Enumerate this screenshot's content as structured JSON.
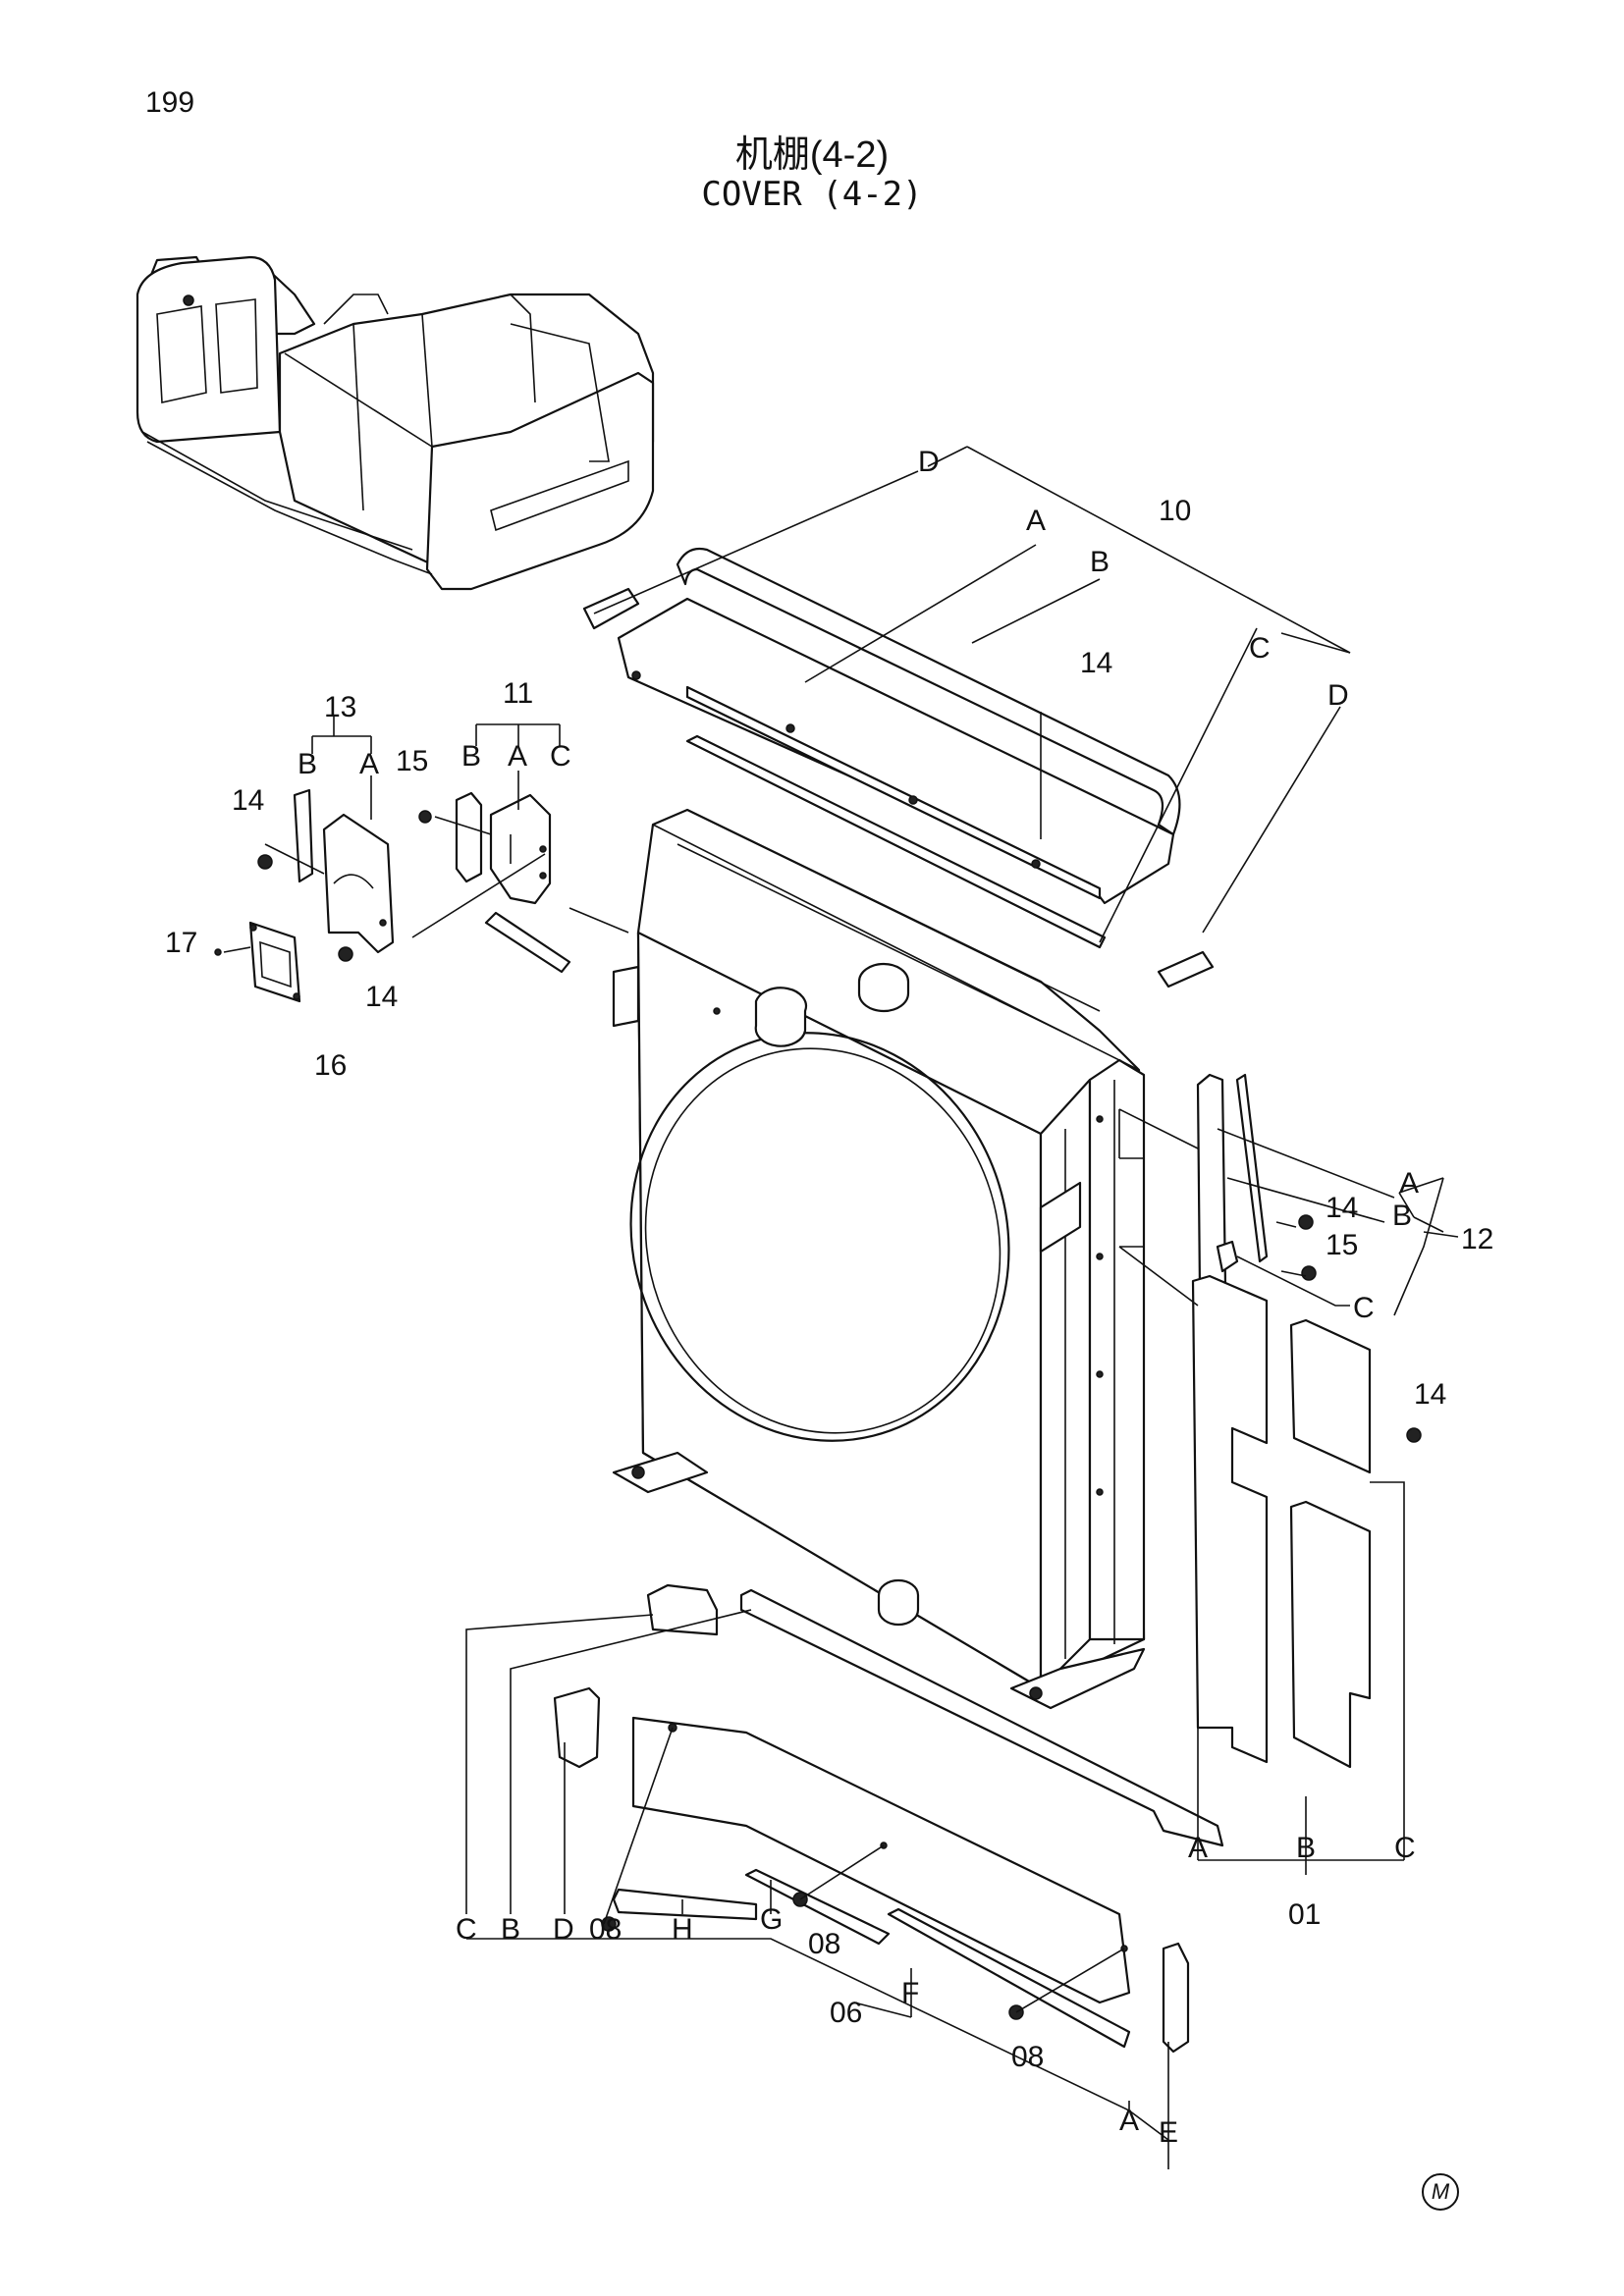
{
  "page": {
    "number": "199",
    "title_cn": "机棚(4-2)",
    "title_en": "COVER (4-2)",
    "mark": "M"
  },
  "callouts": {
    "c10": "10",
    "c10_A": "A",
    "c10_B": "B",
    "c10_C": "C",
    "c10_D1": "D",
    "c10_D2": "D",
    "c11": "11",
    "c11_A": "A",
    "c11_B": "B",
    "c11_C": "C",
    "c12": "12",
    "c12_A": "A",
    "c12_B": "B",
    "c12_C": "C",
    "c13": "13",
    "c13_A": "A",
    "c13_B": "B",
    "c14a": "14",
    "c14b": "14",
    "c14c": "14",
    "c14d": "14",
    "c14e": "14",
    "c15a": "15",
    "c15b": "15",
    "c16": "16",
    "c17": "17",
    "c01": "01",
    "c01_A": "A",
    "c01_B": "B",
    "c01_C": "C",
    "c06": "06",
    "c06_A": "A",
    "c06_B": "B",
    "c06_C": "C",
    "c06_D": "D",
    "c06_E": "E",
    "c06_F": "F",
    "c06_G": "G",
    "c06_H": "H",
    "c08a": "08",
    "c08b": "08",
    "c08c": "08"
  }
}
